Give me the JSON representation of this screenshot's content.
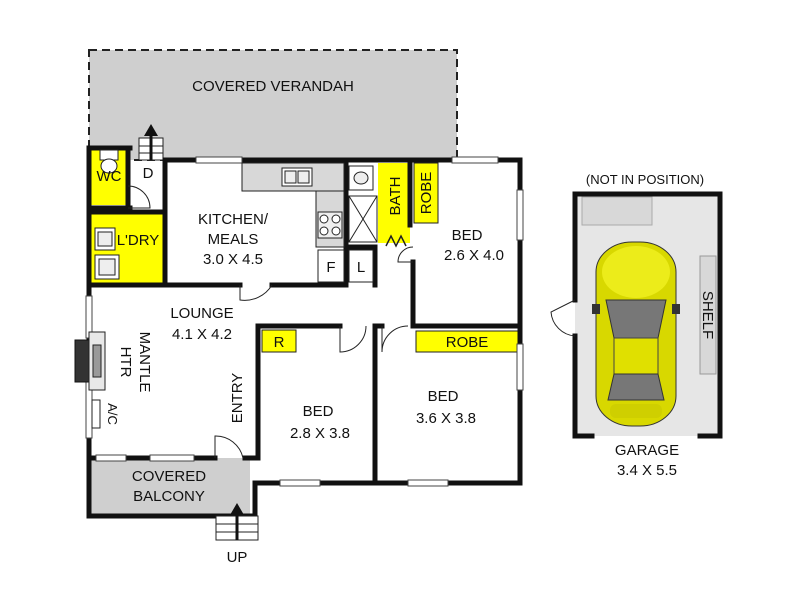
{
  "colors": {
    "wall": "#111111",
    "outdoor_fill": "#cfcfcf",
    "highlight_yellow": "#ffff00",
    "garage_floor": "#e6e6e6",
    "car_body": "#e0e000",
    "fixture_grey": "#d8d8d8"
  },
  "labels": {
    "covered_verandah": "COVERED VERANDAH",
    "wc": "WC",
    "door_d": "D",
    "laundry": "L'DRY",
    "kitchen_line1": "KITCHEN/",
    "kitchen_line2": "MEALS",
    "kitchen_size": "3.0 X 4.5",
    "fridge": "F",
    "linen": "L",
    "bath": "BATH",
    "robe_vertical": "ROBE",
    "bed_top": "BED",
    "bed_top_size": "2.6 X 4.0",
    "lounge": "LOUNGE",
    "lounge_size": "4.1 X 4.2",
    "htr": "HTR",
    "mantle": "MANTLE",
    "ac": "A/C",
    "entry": "ENTRY",
    "robe_r": "R",
    "robe_horizontal": "ROBE",
    "bed_mid": "BED",
    "bed_mid_size": "2.8 X 3.8",
    "bed_right": "BED",
    "bed_right_size": "3.6 X 3.8",
    "covered_balcony_line1": "COVERED",
    "covered_balcony_line2": "BALCONY",
    "up": "UP",
    "not_in_position": "(NOT IN POSITION)",
    "shelf": "SHELF",
    "garage": "GARAGE",
    "garage_size": "3.4 X 5.5"
  },
  "icons": {
    "up_arrow_bottom": "arrow-up-icon",
    "up_arrow_top": "arrow-up-icon",
    "car": "car-icon",
    "fireplace": "fireplace-icon"
  }
}
